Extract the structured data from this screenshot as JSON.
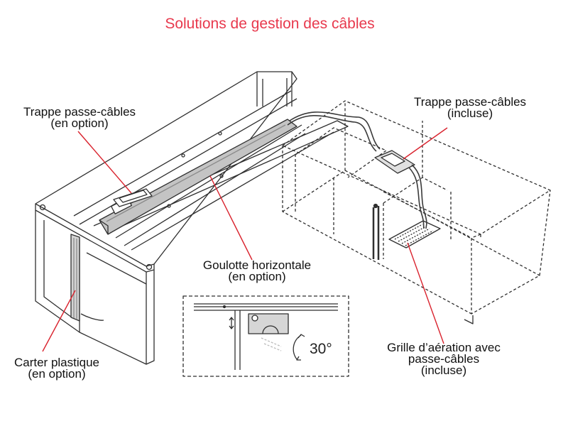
{
  "title": "Solutions de gestion des câbles",
  "colors": {
    "title": "#e8394d",
    "callout_line": "#d9232e",
    "drawing": "#2f2f2f",
    "grey_part": "#b9b9b9"
  },
  "labels": {
    "trap_optional": {
      "line1": "Trappe passe-câbles",
      "line2": "(en option)"
    },
    "trap_included": {
      "line1": "Trappe passe-câbles",
      "line2": "(incluse)"
    },
    "horizontal_duct": {
      "line1": "Goulotte horizontale",
      "line2": "(en option)"
    },
    "plastic_cover": {
      "line1": "Carter plastique",
      "line2": "(en option)"
    },
    "vent_grille": {
      "line1": "Grille d’aération avec",
      "line2": "passe-câbles",
      "line3": "(incluse)"
    }
  },
  "inset": {
    "angle_label": "30°"
  }
}
